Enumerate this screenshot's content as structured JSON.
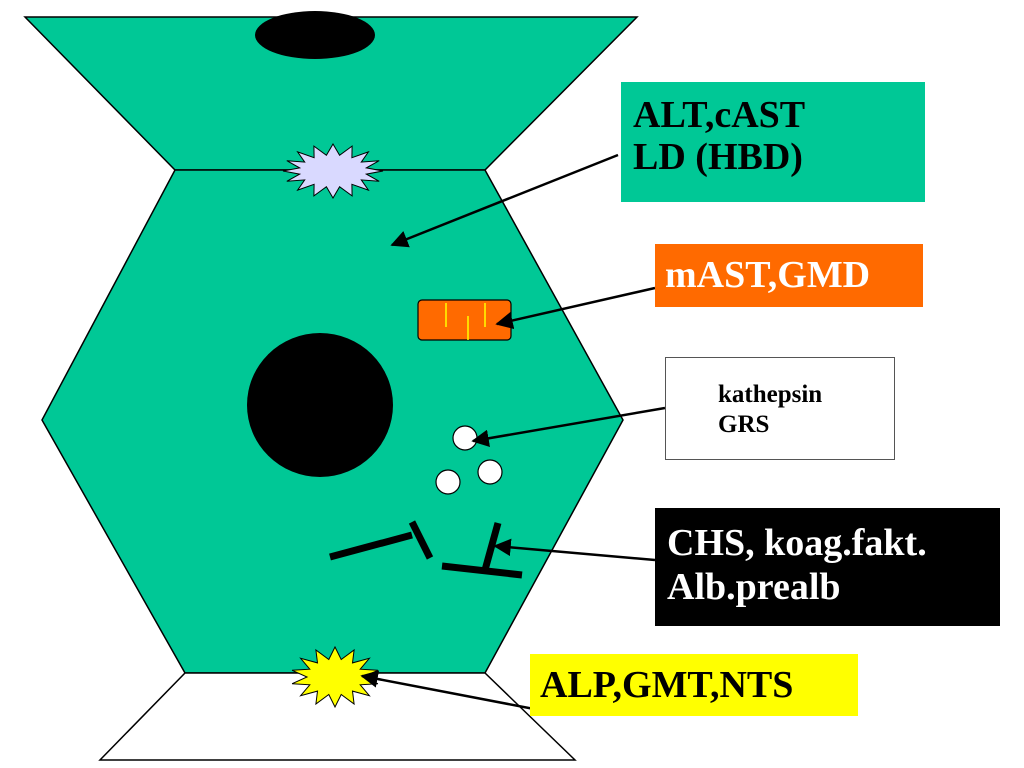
{
  "colors": {
    "cytoplasm": "#00c896",
    "membrane_enzyme_upper": "#d9d9ff",
    "membrane_enzyme_lower": "#ffff00",
    "mitochondrion": "#ff6a00",
    "nucleus": "#000000",
    "outline": "#000000"
  },
  "labels": {
    "cytosol": [
      "ALT,cAST",
      "LD (HBD)"
    ],
    "mitochondria": "mAST,GMD",
    "lysosome": [
      "kathepsin",
      "GRS"
    ],
    "er": [
      "CHS, koag.fakt.",
      "Alb.prealb"
    ],
    "membrane": "ALP,GMT,NTS"
  }
}
